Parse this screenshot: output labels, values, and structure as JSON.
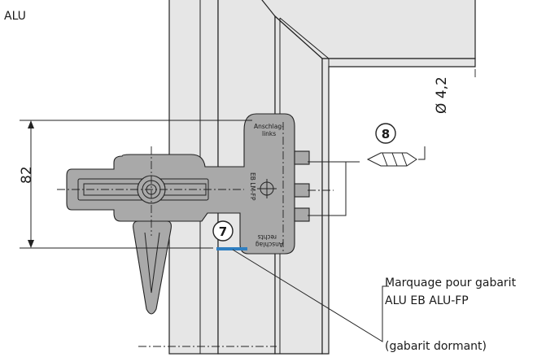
{
  "labels": {
    "material": "ALU",
    "dimension": "82",
    "diameter": "Ø 4,2",
    "callout_drill": "8",
    "callout_marking": "7",
    "template_line1": "Marquage pour gabarit",
    "template_line2": "ALU EB ALU-FP",
    "template_note": "(gabarit dormant)",
    "stop_left_1": "Anschlag-",
    "stop_left_2": "links",
    "stop_right_1": "Anschlag",
    "stop_right_2": "rechts",
    "template_code": "EB LM-FP"
  },
  "colors": {
    "marking": "#2f7fc1",
    "frame": "#e6e6e6",
    "part": "#a9a9a9"
  }
}
